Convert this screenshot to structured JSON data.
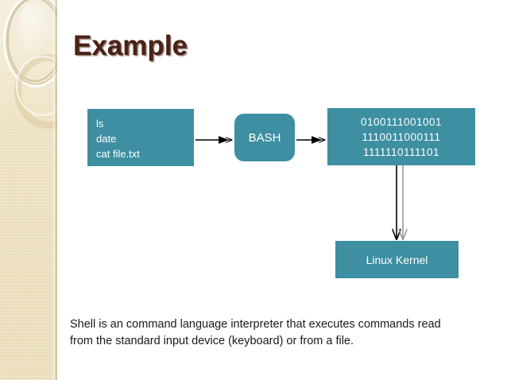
{
  "slide": {
    "title": "Example",
    "background_color": "#ffffff",
    "accent_color": "#3d8fa1",
    "title_color": "#4a2217",
    "sidebar_color": "#ece0c0"
  },
  "diagram": {
    "commands_box": {
      "lines": [
        "ls",
        "date",
        "cat file.txt"
      ]
    },
    "shell_box": {
      "label": "BASH"
    },
    "binary_box": {
      "lines": [
        "0100111001001",
        "1110011000111",
        "1111110111101"
      ]
    },
    "kernel_box": {
      "label": "Linux Kernel"
    },
    "arrows": [
      {
        "name": "commands-to-bash",
        "color": "#000000"
      },
      {
        "name": "bash-to-binary",
        "color": "#000000"
      },
      {
        "name": "binary-to-kernel-black",
        "color": "#000000"
      },
      {
        "name": "binary-to-kernel-gray",
        "color": "#9a9a9a"
      }
    ]
  },
  "caption": {
    "lines": [
      "Shell is an command language interpreter that executes commands read",
      "from the standard input device (keyboard) or from a file."
    ]
  }
}
